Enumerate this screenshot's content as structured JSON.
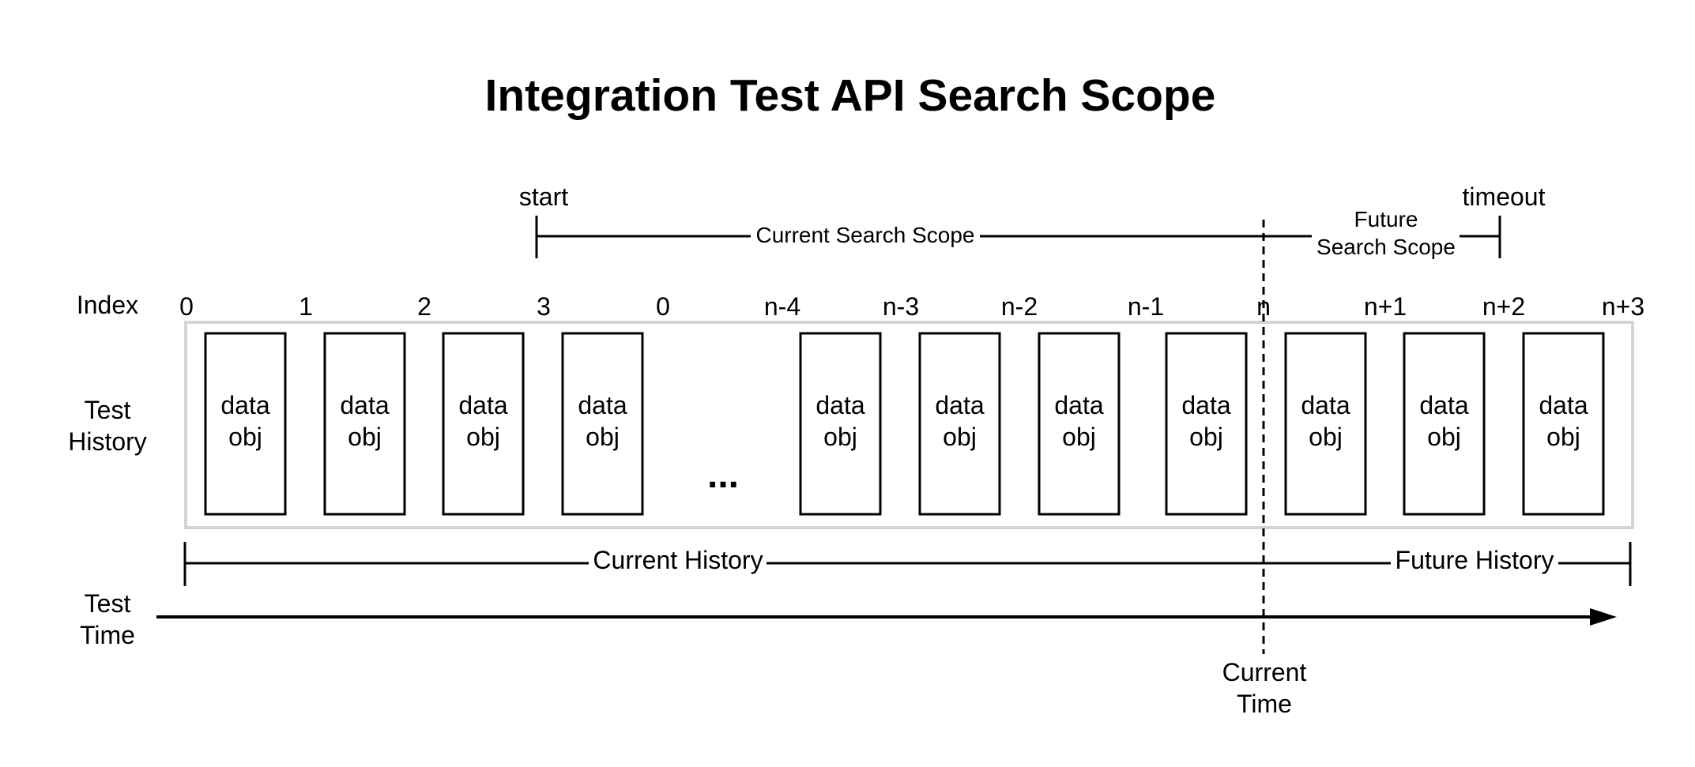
{
  "title": "Integration Test API Search Scope",
  "row_labels": {
    "index": "Index",
    "test_history": [
      "Test",
      "History"
    ],
    "test_time": [
      "Test",
      "Time"
    ]
  },
  "search_scope": {
    "start_label": "start",
    "timeout_label": "timeout",
    "current_label": "Current Search Scope",
    "future_label": [
      "Future",
      "Search Scope"
    ]
  },
  "index_labels": [
    "0",
    "1",
    "2",
    "3",
    "0",
    "n-4",
    "n-3",
    "n-2",
    "n-1",
    "n",
    "n+1",
    "n+2",
    "n+3"
  ],
  "data_objects": [
    [
      "data",
      "obj"
    ],
    [
      "data",
      "obj"
    ],
    [
      "data",
      "obj"
    ],
    [
      "data",
      "obj"
    ],
    [
      "data",
      "obj"
    ],
    [
      "data",
      "obj"
    ],
    [
      "data",
      "obj"
    ],
    [
      "data",
      "obj"
    ],
    [
      "data",
      "obj"
    ],
    [
      "data",
      "obj"
    ],
    [
      "data",
      "obj"
    ]
  ],
  "ellipsis": "...",
  "history": {
    "current_label": "Current History",
    "future_label": "Future History"
  },
  "current_time": [
    "Current",
    "Time"
  ],
  "colors": {
    "line": "#000000",
    "container_border": "#d4d4d4",
    "background": "#ffffff"
  }
}
